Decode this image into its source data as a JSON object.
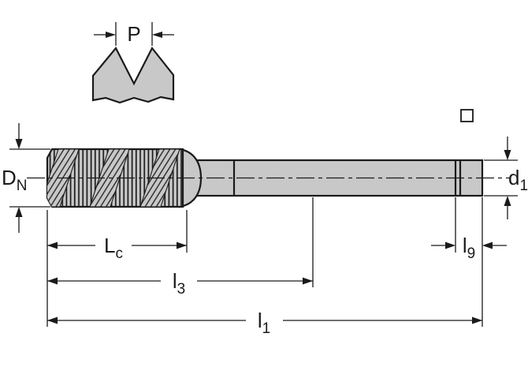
{
  "diagram": {
    "type": "technical-drawing",
    "subject": "Machine tap side view with thread-profile inset and dimension callouts",
    "labels": {
      "pitch": {
        "base": "P",
        "sub": ""
      },
      "diameter_dn": {
        "base": "D",
        "sub": "N"
      },
      "diameter_d1": {
        "base": "d",
        "sub": "1"
      },
      "length_lc": {
        "base": "L",
        "sub": "c"
      },
      "length_l3": {
        "base": "l",
        "sub": "3"
      },
      "length_l1": {
        "base": "l",
        "sub": "1"
      },
      "length_l9": {
        "base": "l",
        "sub": "9"
      }
    },
    "colors": {
      "line": "#1a1a1a",
      "fill": "#c8c8c8",
      "background": "#ffffff"
    }
  }
}
